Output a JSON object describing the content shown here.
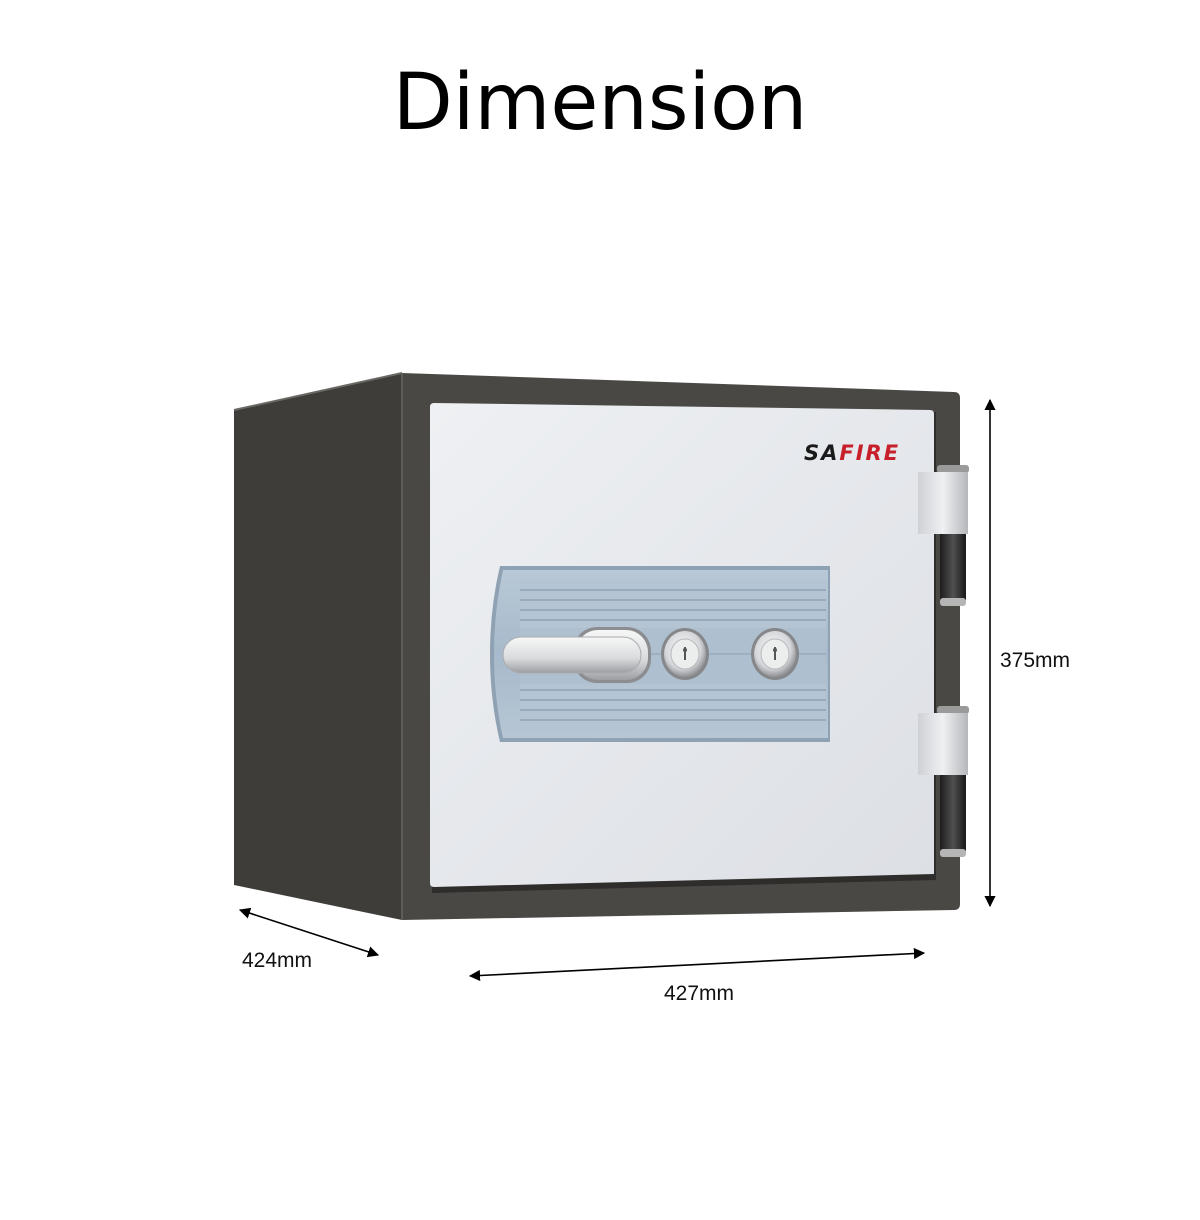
{
  "header": {
    "title": "Dimension"
  },
  "product": {
    "brand_logo": {
      "prefix": "SA",
      "suffix": "FIRE",
      "prefix_color": "#1a1a1a",
      "suffix_color": "#c8202a"
    },
    "body_color": "#4a4845",
    "door_color": "#e6e8ec",
    "handle_panel_color": "#a9bccd",
    "hinges": 2,
    "keyholes": 2
  },
  "dimensions": {
    "height": {
      "label": "375mm",
      "icon": "double-arrow-vertical"
    },
    "width": {
      "label": "427mm",
      "icon": "double-arrow-horizontal"
    },
    "depth": {
      "label": "424mm",
      "icon": "double-arrow-diagonal"
    }
  }
}
